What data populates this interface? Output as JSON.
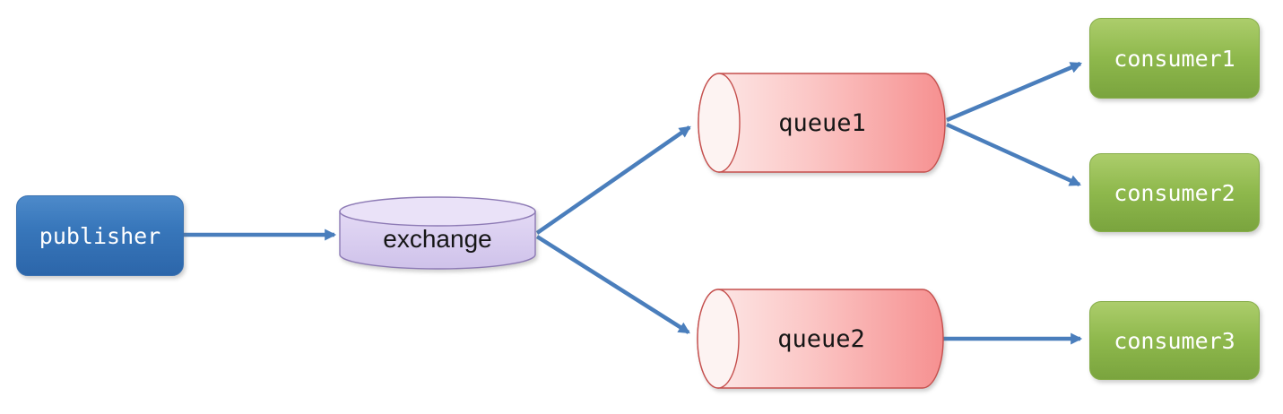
{
  "diagram": {
    "nodes": [
      {
        "id": "publisher",
        "label": "publisher",
        "shape": "rounded-box",
        "fill": "#3877bb",
        "text_color": "#ffffff"
      },
      {
        "id": "exchange",
        "label": "exchange",
        "shape": "cylinder-vertical",
        "fill": "#dcd0f0",
        "border": "#8d7ab5",
        "text_color": "#161616"
      },
      {
        "id": "queue1",
        "label": "queue1",
        "shape": "cylinder-horizontal",
        "fill": "#f9a4a4",
        "border": "#c5504e",
        "text_color": "#161616"
      },
      {
        "id": "queue2",
        "label": "queue2",
        "shape": "cylinder-horizontal",
        "fill": "#f9a4a4",
        "border": "#c5504e",
        "text_color": "#161616"
      },
      {
        "id": "consumer1",
        "label": "consumer1",
        "shape": "rounded-box",
        "fill": "#8eb84c",
        "text_color": "#ffffff"
      },
      {
        "id": "consumer2",
        "label": "consumer2",
        "shape": "rounded-box",
        "fill": "#8eb84c",
        "text_color": "#ffffff"
      },
      {
        "id": "consumer3",
        "label": "consumer3",
        "shape": "rounded-box",
        "fill": "#8eb84c",
        "text_color": "#ffffff"
      }
    ],
    "edges": [
      {
        "from": "publisher",
        "to": "exchange"
      },
      {
        "from": "exchange",
        "to": "queue1"
      },
      {
        "from": "exchange",
        "to": "queue2"
      },
      {
        "from": "queue1",
        "to": "consumer1"
      },
      {
        "from": "queue1",
        "to": "consumer2"
      },
      {
        "from": "queue2",
        "to": "consumer3"
      }
    ],
    "arrow_color": "#4a7ebc"
  }
}
